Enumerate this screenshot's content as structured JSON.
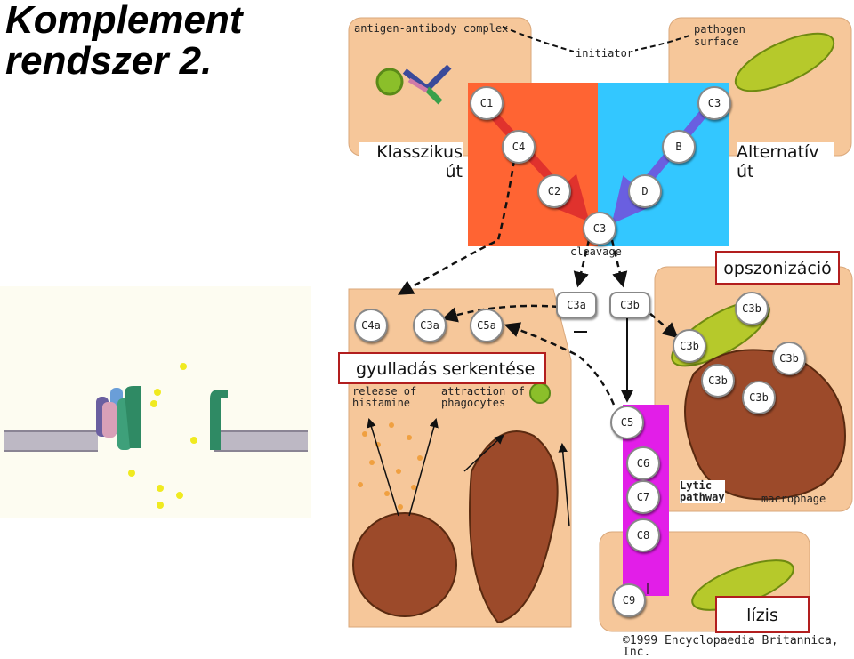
{
  "title": {
    "line1": "Komplement",
    "line2": "rendszer 2."
  },
  "top": {
    "antigen": "antigen-antibody complex",
    "pathogen": "pathogen surface",
    "initiator": "initiator"
  },
  "pathways": {
    "classical": {
      "line1": "Klasszikus",
      "line2": "út"
    },
    "alternative": {
      "line1": "Alternatív",
      "line2": "út"
    }
  },
  "nodes": {
    "c1": "C1",
    "c4": "C4",
    "c2": "C2",
    "c3_top": "C3",
    "b": "B",
    "d": "D",
    "c3_center": "C3",
    "cleavage": "cleavage",
    "c3a_small": "C3a",
    "c3b_small": "C3b",
    "c4a": "C4a",
    "c3a": "C3a",
    "c5a": "C5a",
    "c5": "C5",
    "c6": "C6",
    "c7": "C7",
    "c8": "C8",
    "c9": "C9",
    "opz_c3b": [
      "C3b",
      "C3b",
      "C3b",
      "C3b",
      "C3b"
    ]
  },
  "boxes": {
    "opsonization": "opszonizáció",
    "inflammation": "gyulladás serkentése",
    "lysis": "lízis"
  },
  "inflammation_panel": {
    "histamine": {
      "line1": "release of",
      "line2": "histamine"
    },
    "phagocytes": {
      "line1": "attraction of",
      "line2": "phagocytes"
    }
  },
  "lytic": {
    "line1": "Lytic",
    "line2": "pathway"
  },
  "macrophage": "macrophage",
  "copyright": "©1999 Encyclopaedia Britannica, Inc.",
  "colors": {
    "classical_bg": "#ff6433",
    "alternative_bg": "#33c7ff",
    "panel_bg": "#f6c79a",
    "lytic_bar": "#e21ee8",
    "box_border": "#b21e1e",
    "pathogen": "#b6c92b"
  }
}
